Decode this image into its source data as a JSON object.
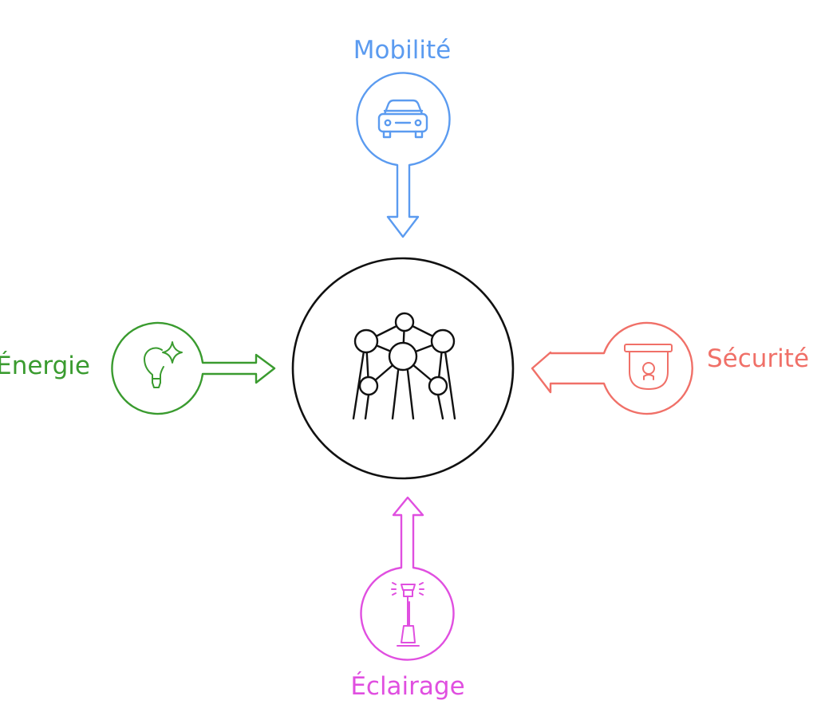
{
  "nodes": {
    "mobilite": {
      "label": "Mobilité",
      "color": "#5b9bf0",
      "icon": "car-icon"
    },
    "energie": {
      "label": "Énergie",
      "color": "#3a9b2f",
      "icon": "lightbulb-icon"
    },
    "securite": {
      "label": "Sécurité",
      "color": "#f07068",
      "icon": "security-camera-icon"
    },
    "eclairage": {
      "label": "Éclairage",
      "color": "#e04fe0",
      "icon": "street-lamp-icon"
    }
  },
  "center": {
    "icon": "atomium-icon",
    "color": "#111111"
  }
}
